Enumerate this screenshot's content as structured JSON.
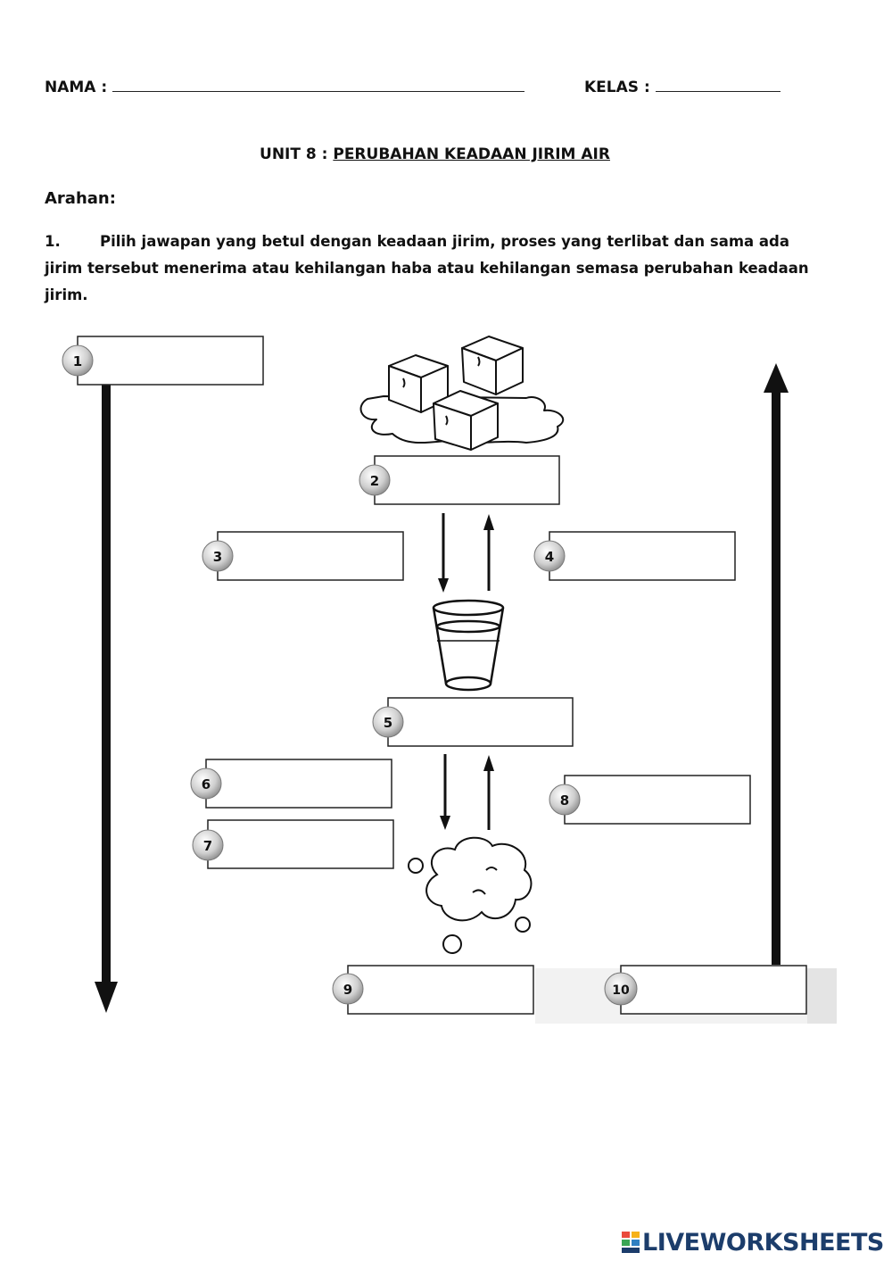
{
  "header": {
    "nama_label": "NAMA :",
    "kelas_label": "KELAS :"
  },
  "title": {
    "prefix": "UNIT 8 :",
    "topic": "PERUBAHAN KEADAAN JIRIM AIR"
  },
  "instructions": {
    "heading": "Arahan:",
    "number": "1.",
    "text": "Pilih jawapan yang betul dengan keadaan jirim, proses yang terlibat dan sama ada jirim tersebut menerima atau kehilangan haba atau kehilangan semasa perubahan keadaan jirim."
  },
  "boxes": [
    {
      "label": "1",
      "value": ""
    },
    {
      "label": "2",
      "value": ""
    },
    {
      "label": "3",
      "value": ""
    },
    {
      "label": "4",
      "value": ""
    },
    {
      "label": "5",
      "value": ""
    },
    {
      "label": "6",
      "value": ""
    },
    {
      "label": "7",
      "value": ""
    },
    {
      "label": "8",
      "value": ""
    },
    {
      "label": "9",
      "value": ""
    },
    {
      "label": "10",
      "value": ""
    }
  ],
  "icons": [
    "ice-cubes-icon",
    "water-glass-icon",
    "steam-cloud-icon"
  ],
  "watermark": "LIVEWORKSHEETS"
}
